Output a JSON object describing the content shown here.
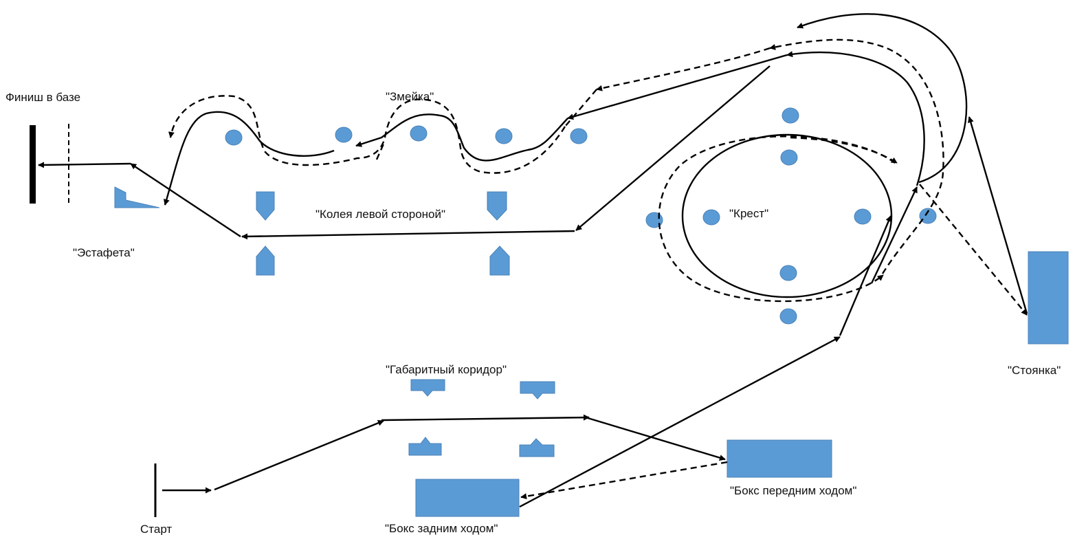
{
  "labels": {
    "finish": "Финиш в базе",
    "snake": "\"Змейка\"",
    "rut": "\"Колея левой стороной\"",
    "relay": "\"Эстафета\"",
    "cross": "\"Крест\"",
    "parking": "\"Стоянка\"",
    "corridor": "\"Габаритный коридор\"",
    "box_forward": "\"Бокс передним ходом\"",
    "box_reverse": "\"Бокс задним ходом\"",
    "start": "Старт"
  },
  "colors": {
    "obstacle_fill": "#5b9bd5",
    "line": "#000000"
  }
}
